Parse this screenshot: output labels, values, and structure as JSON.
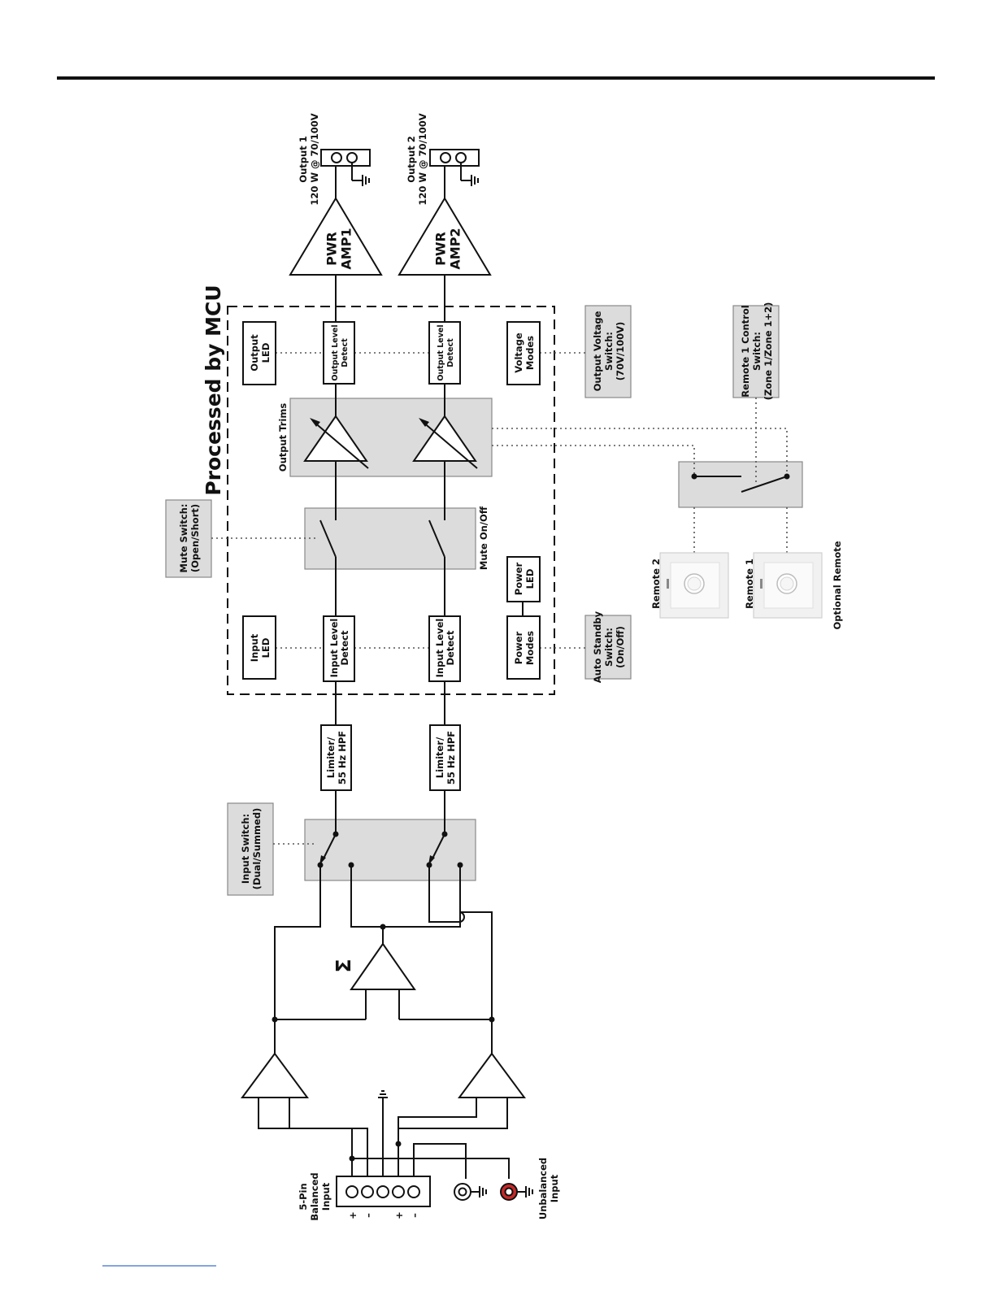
{
  "title": "Processed by MCU",
  "input_connector": {
    "label_lines": [
      "5-Pin",
      "Balanced",
      "Input"
    ],
    "pin_signs": [
      "+",
      "–",
      "+",
      "–"
    ]
  },
  "unbalanced_label_lines": [
    "Unbalanced",
    "Input"
  ],
  "sum_symbol": "Σ",
  "input_switch_lines": [
    "Input Switch:",
    "(Dual/Summed)"
  ],
  "limiter_lines": [
    "Limiter/",
    "55 Hz HPF"
  ],
  "input_led_lines": [
    "Input",
    "LED"
  ],
  "input_level_lines": [
    "Input Level",
    "Detect"
  ],
  "power_modes_lines": [
    "Power",
    "Modes"
  ],
  "power_led_lines": [
    "Power",
    "LED"
  ],
  "mute_on_off": "Mute On/Off",
  "mute_switch_lines": [
    "Mute Switch:",
    "(Open/Short)"
  ],
  "output_trims": "Output Trims",
  "output_led_lines": [
    "Output",
    "LED"
  ],
  "output_level_lines": [
    "Output Level",
    "Detect"
  ],
  "voltage_modes_lines": [
    "Voltage",
    "Modes"
  ],
  "auto_standby_lines": [
    "Auto Standby",
    "Switch:",
    "(On/Off)"
  ],
  "output_voltage_lines": [
    "Output Voltage",
    "Switch:",
    "(70V/100V)"
  ],
  "remote1_control_lines": [
    "Remote 1 Control",
    "Switch:",
    "(Zone 1/Zone 1+2)"
  ],
  "remote1": "Remote 1",
  "remote2": "Remote 2",
  "optional_remote": "Optional Remote",
  "amp1_lines": [
    "PWR",
    "AMP1"
  ],
  "amp2_lines": [
    "PWR",
    "AMP2"
  ],
  "output1_lines": [
    "Output 1",
    "120 W @ 70/100V"
  ],
  "output2_lines": [
    "Output 2",
    "120 W @ 70/100V"
  ]
}
